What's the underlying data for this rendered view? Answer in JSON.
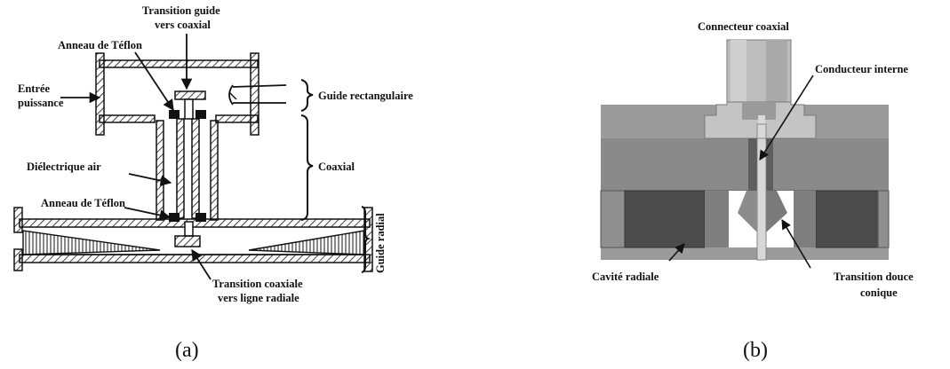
{
  "panel_a": {
    "caption": "(a)",
    "labels": {
      "transition_guide_l1": "Transition guide",
      "transition_guide_l2": "vers coaxial",
      "anneau_top": "Anneau de Téflon",
      "entree_l1": "Entrée",
      "entree_l2": "puissance",
      "guide_rect": "Guide rectangulaire",
      "dielectrique": "Diélectrique air",
      "coaxial": "Coaxial",
      "anneau_bottom": "Anneau de Téflon",
      "guide_radial": "Guide radial",
      "transition_coax_l1": "Transition coaxiale",
      "transition_coax_l2": "vers ligne radiale"
    }
  },
  "panel_b": {
    "caption": "(b)",
    "labels": {
      "connecteur": "Connecteur coaxial",
      "conducteur": "Conducteur interne",
      "cavite": "Cavité radiale",
      "transition_douce_l1": "Transition douce",
      "transition_douce_l2": "conique"
    }
  }
}
